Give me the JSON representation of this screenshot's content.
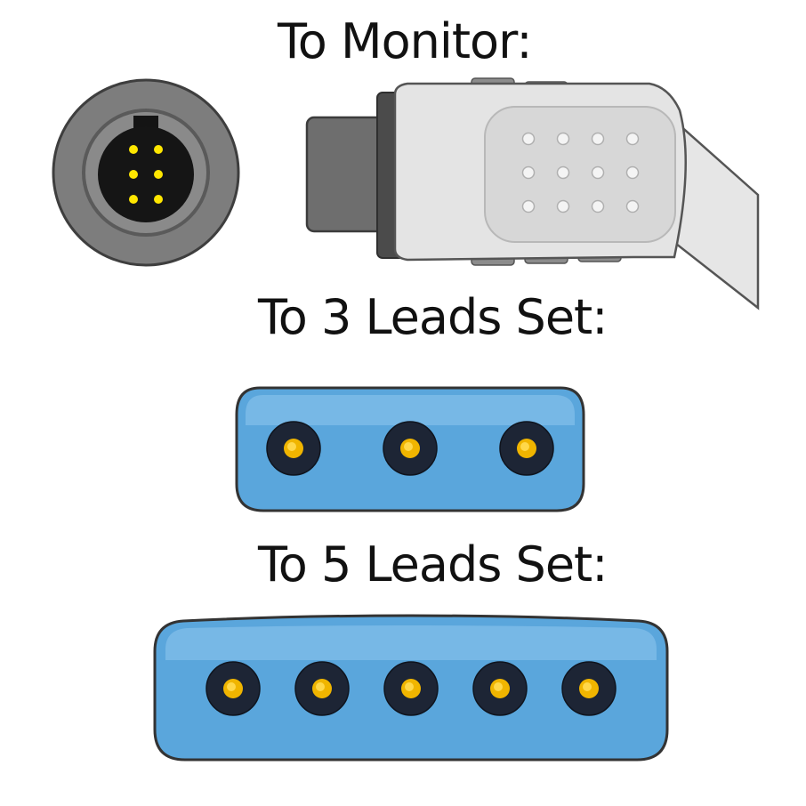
{
  "headings": {
    "monitor": "To Monitor:",
    "three_leads": "To 3 Leads Set:",
    "five_leads": "To 5 Leads Set:"
  },
  "monitor_end": {
    "face_pin_count": 6,
    "plug_pin_count": 12
  },
  "lead_sets": {
    "three": {
      "socket_count": 3
    },
    "five": {
      "socket_count": 5
    }
  },
  "colors": {
    "housing_gray": "#7d7d7d",
    "housing_dark": "#4b4b4b",
    "plug_body": "#e4e4e4",
    "pin_yellow": "#ffe600",
    "pin_face": "#151515",
    "yoke_blue": "#5aa6dc",
    "yoke_light": "#8fc6ee",
    "socket_dark": "#1d2535",
    "socket_gold": "#f0b500"
  }
}
